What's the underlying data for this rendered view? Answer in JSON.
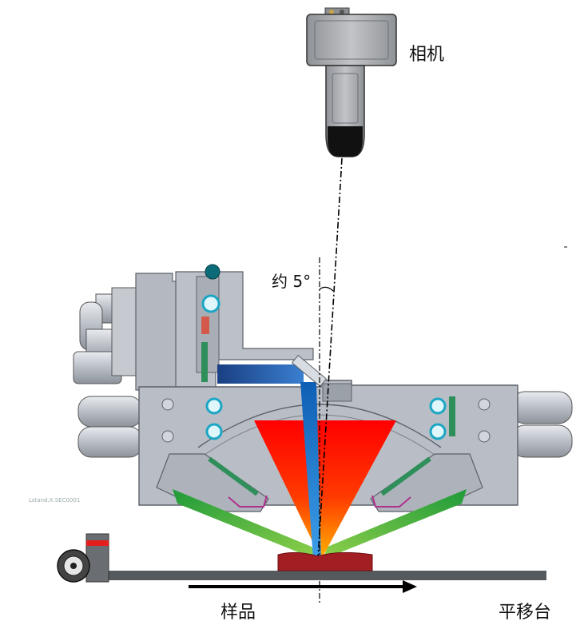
{
  "labels": {
    "camera": "相机",
    "angle": "约 5°",
    "sample": "样品",
    "translation_stage": "平移台",
    "part_number": "Lstand.X.SEC0001"
  },
  "colors": {
    "housing": "#b9bec6",
    "housing_edge": "#5d6168",
    "camera_body": "#a9acb1",
    "red_beam": "#ff1a00",
    "orange_beam": "#ffb000",
    "blue_beam": "#1f7fd6",
    "green_beam": "#3db34a",
    "sample": "#a31e22",
    "stage": "#555a5e",
    "arrow": "#000000"
  },
  "icons": {
    "camera": "camera-icon",
    "wheel": "wheel-icon",
    "mirror": "mirror-icon"
  }
}
